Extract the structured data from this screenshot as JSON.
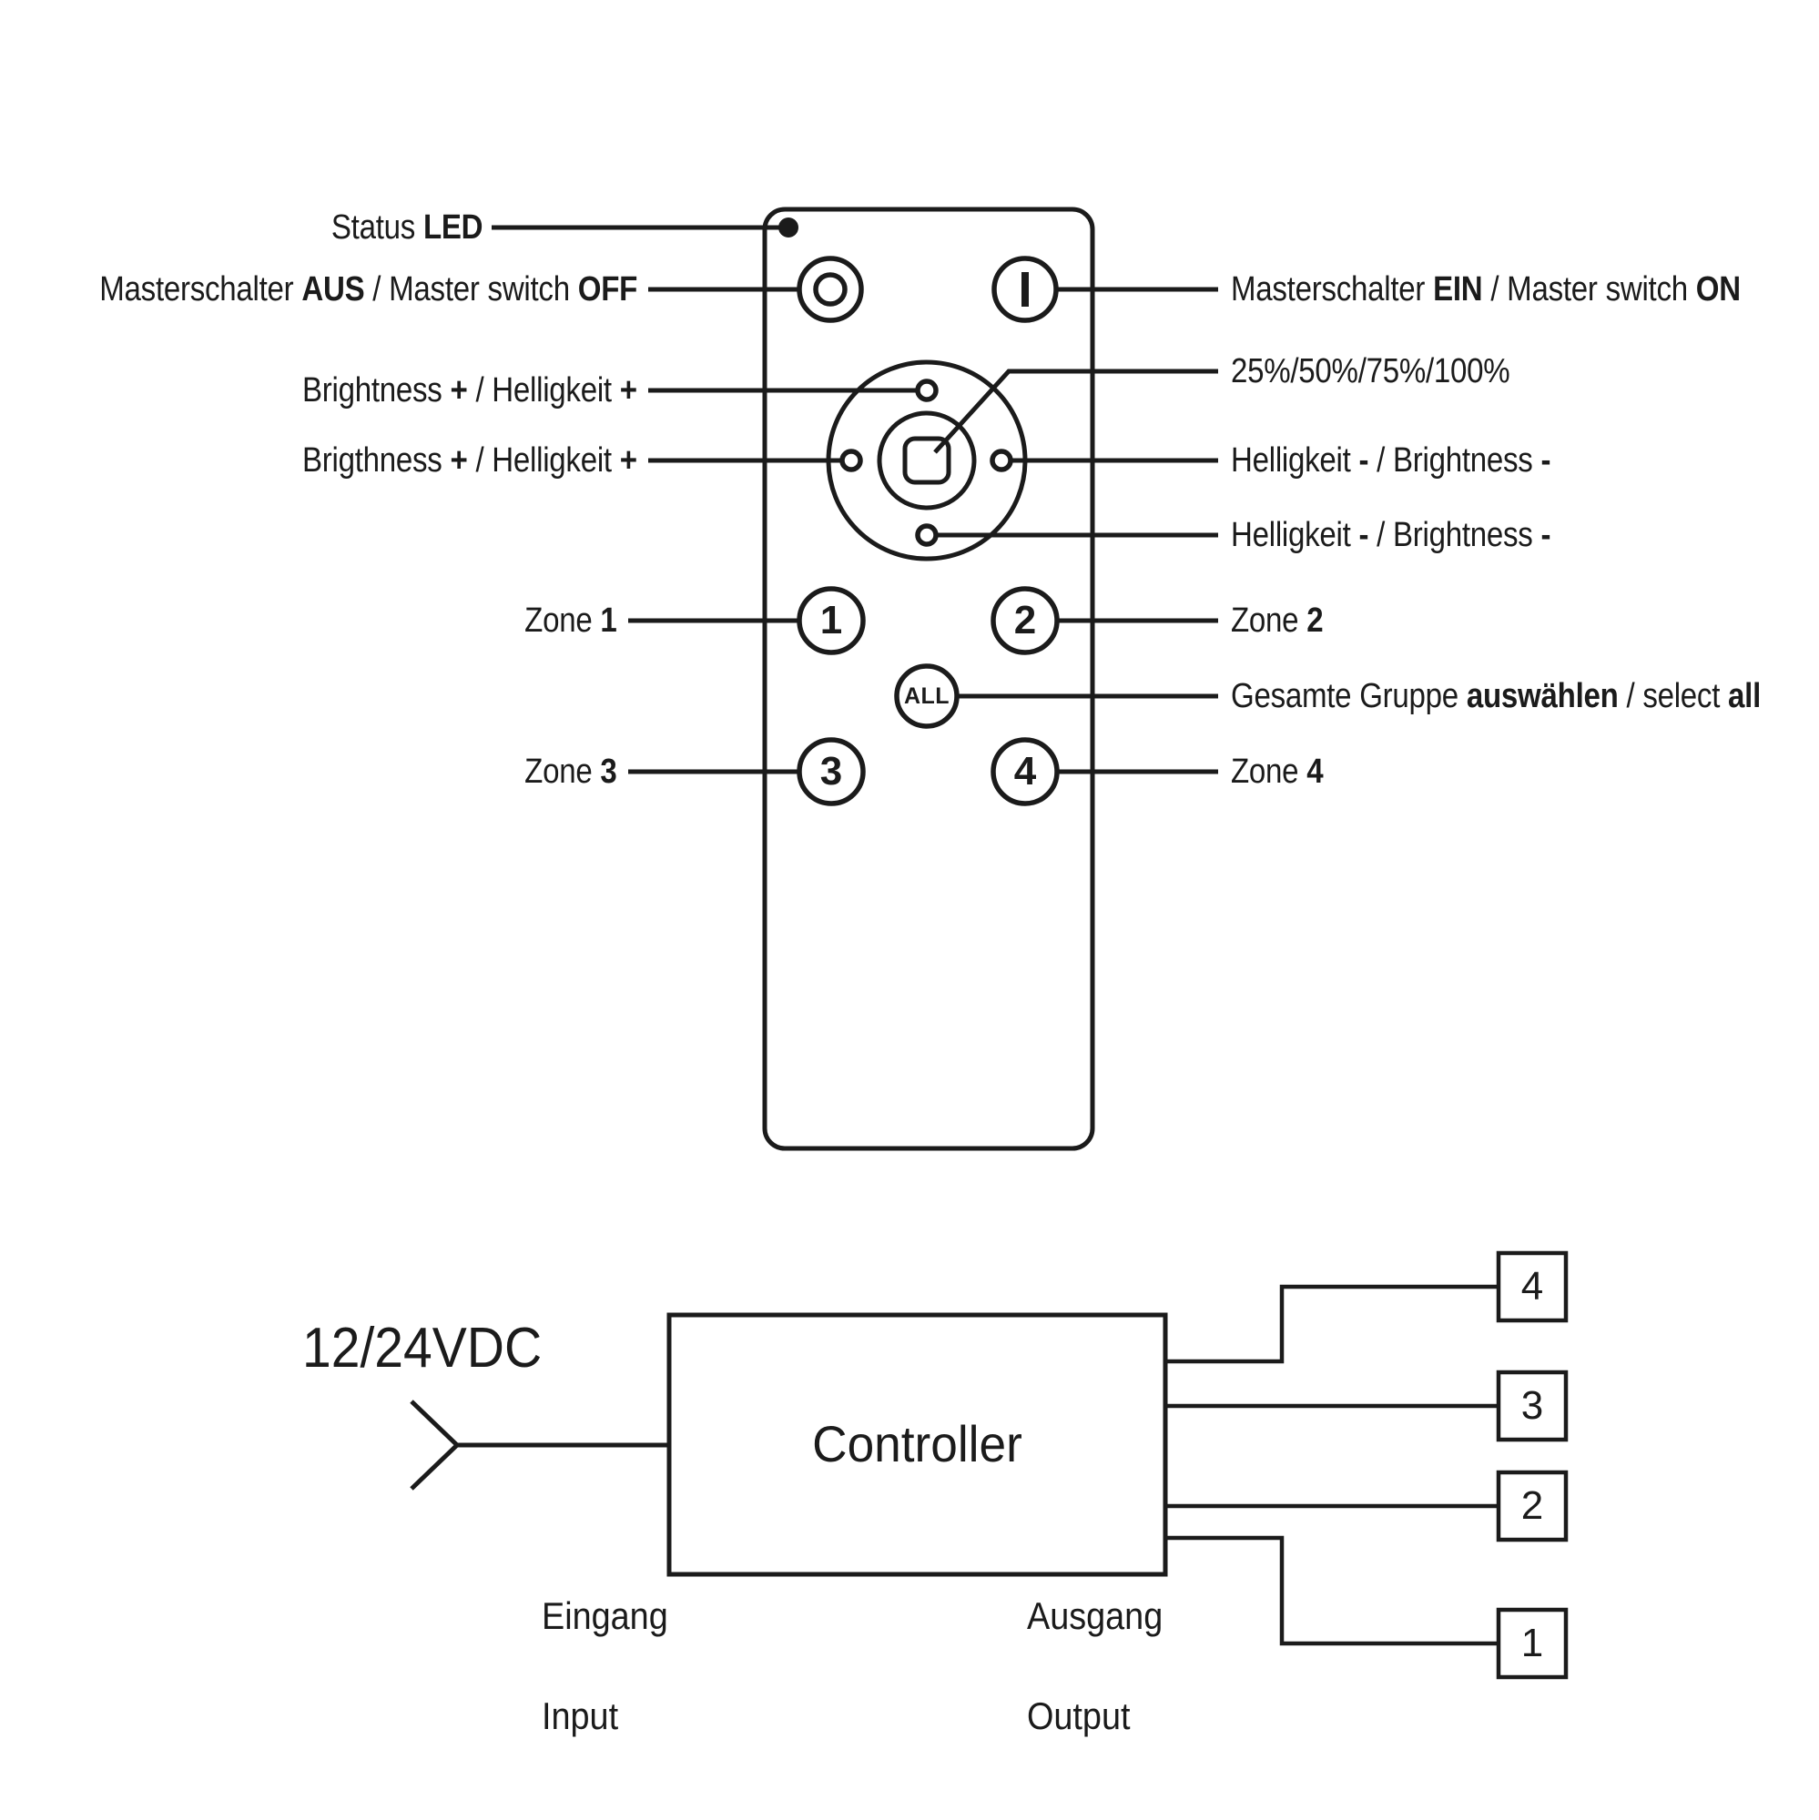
{
  "colors": {
    "ink": "#1b1b1b",
    "background": "#ffffff"
  },
  "remote": {
    "labels": {
      "status": {
        "pre": "Status ",
        "b1": "LED"
      },
      "master_off": {
        "pre": "Masterschalter ",
        "b1": "AUS",
        "mid": " / Master switch ",
        "b2": "OFF"
      },
      "brightness_up": {
        "pre": "Brightness ",
        "b1": "+",
        "mid": " / Helligkeit ",
        "b2": "+"
      },
      "brightness_left": {
        "pre": "Brigthness ",
        "b1": "+",
        "mid": " / Helligkeit ",
        "b2": "+"
      },
      "zone1": {
        "pre": "Zone ",
        "b1": "1"
      },
      "zone3": {
        "pre": "Zone ",
        "b1": "3"
      },
      "master_on": {
        "pre": "Masterschalter ",
        "b1": "EIN",
        "mid": " / Master switch ",
        "b2": "ON"
      },
      "percent": {
        "pre": "25%/50%/75%/100%"
      },
      "dim_right": {
        "pre": "Helligkeit ",
        "b1": "-",
        "mid": " / Brightness ",
        "b2": "-"
      },
      "dim_bottom": {
        "pre": "Helligkeit ",
        "b1": "-",
        "mid": " / Brightness ",
        "b2": "-"
      },
      "zone2": {
        "pre": "Zone ",
        "b1": "2"
      },
      "select_all": {
        "pre": "Gesamte Gruppe ",
        "b1": "auswählen",
        "mid": " / select ",
        "b2": "all"
      },
      "zone4": {
        "pre": "Zone ",
        "b1": "4"
      }
    },
    "buttons": {
      "zone1": "1",
      "zone2": "2",
      "zone3": "3",
      "zone4": "4",
      "all": "ALL"
    }
  },
  "wiring": {
    "supply": "12/24VDC",
    "controller": "Controller",
    "outputs": [
      "4",
      "3",
      "2",
      "1"
    ],
    "labels": {
      "input_de": "Eingang",
      "input_en": "Input",
      "output_de": "Ausgang",
      "output_en": "Output"
    }
  }
}
